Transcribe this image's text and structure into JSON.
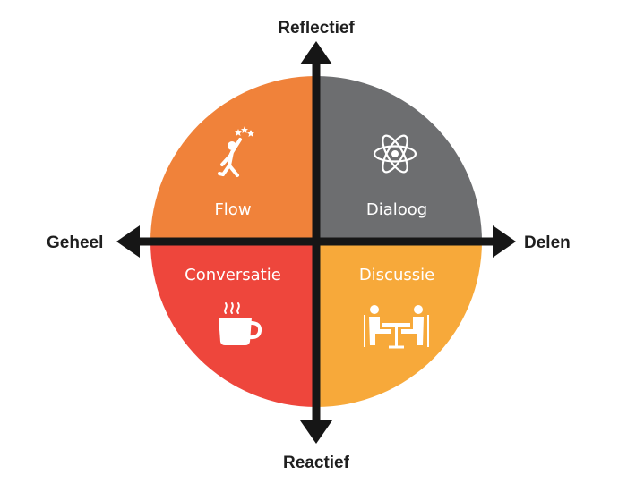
{
  "axes": {
    "top": "Reflectief",
    "bottom": "Reactief",
    "left": "Geheel",
    "right": "Delen"
  },
  "quadrants": {
    "top_left": {
      "label": "Flow",
      "icon": "person-reaching-stars-icon",
      "color": "#f0823a"
    },
    "top_right": {
      "label": "Dialoog",
      "icon": "atom-icon",
      "color": "#6d6e70"
    },
    "bottom_left": {
      "label": "Conversatie",
      "icon": "coffee-cup-icon",
      "color": "#ee463c"
    },
    "bottom_right": {
      "label": "Discussie",
      "icon": "meeting-table-icon",
      "color": "#f7a93a"
    }
  },
  "axis_color": "#161616"
}
